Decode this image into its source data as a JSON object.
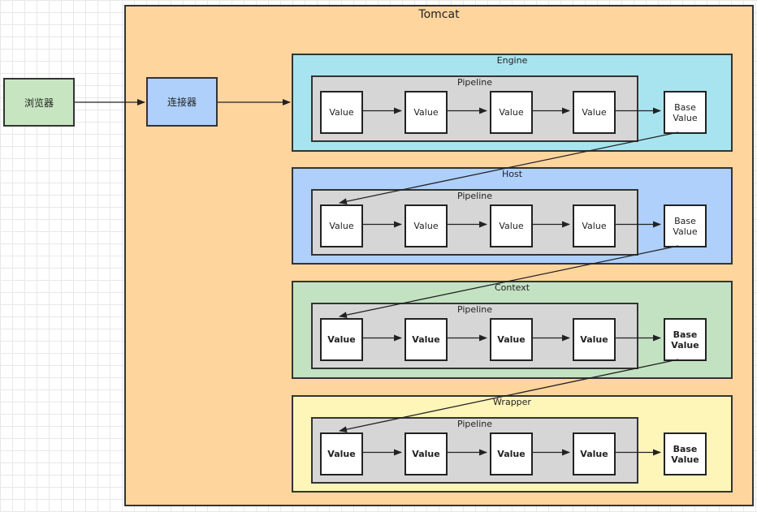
{
  "tomcat": {
    "title": "Tomcat"
  },
  "browser": {
    "label": "浏览器"
  },
  "connector": {
    "label": "连接器"
  },
  "containers": [
    {
      "name": "Engine",
      "pipeline_title": "Pipeline",
      "values": [
        "Value",
        "Value",
        "Value",
        "Value"
      ],
      "base_line1": "Base",
      "base_line2": "Value",
      "color": "#a8e4f0"
    },
    {
      "name": "Host",
      "pipeline_title": "Pipeline",
      "values": [
        "Value",
        "Value",
        "Value",
        "Value"
      ],
      "base_line1": "Base",
      "base_line2": "Value",
      "color": "#aed0fb"
    },
    {
      "name": "Context",
      "pipeline_title": "Pipeline",
      "values": [
        "Value",
        "Value",
        "Value",
        "Value"
      ],
      "base_line1": "Base",
      "base_line2": "Value",
      "color": "#c3e2c2"
    },
    {
      "name": "Wrapper",
      "pipeline_title": "Pipeline",
      "values": [
        "Value",
        "Value",
        "Value",
        "Value"
      ],
      "base_line1": "Base",
      "base_line2": "Value",
      "color": "#fef5b9"
    }
  ]
}
